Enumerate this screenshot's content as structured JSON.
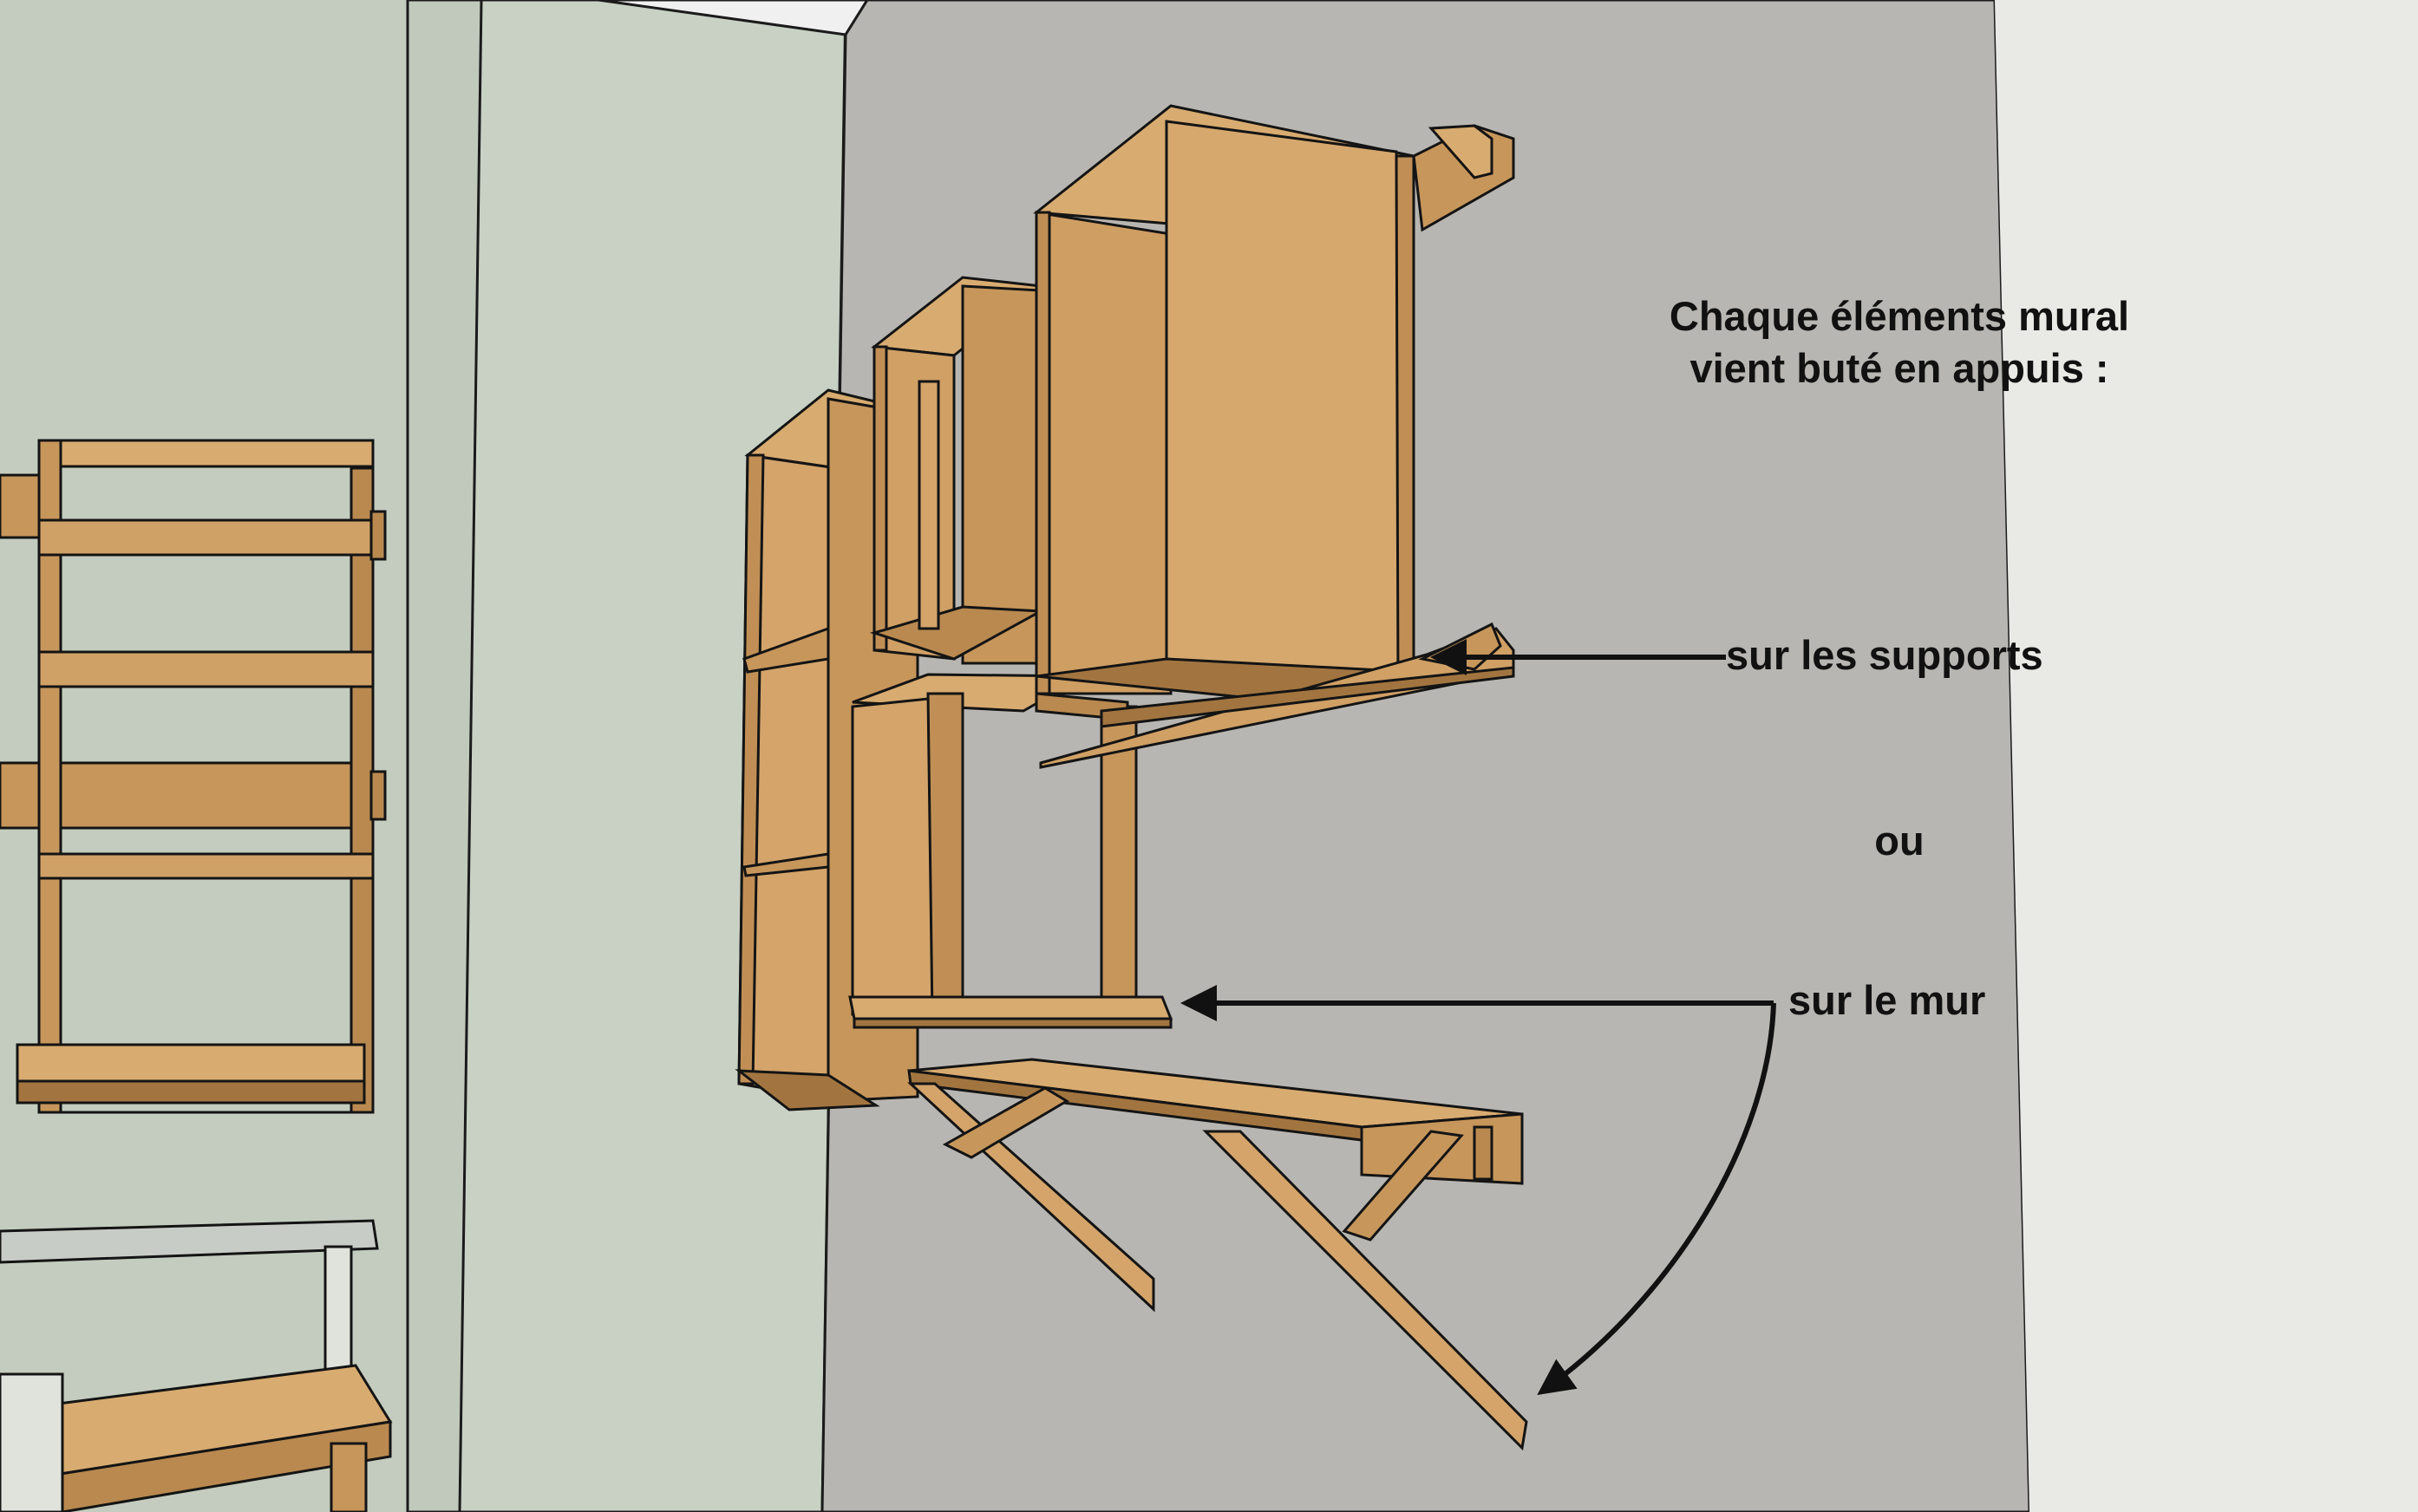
{
  "annotation": {
    "title_line1": "Chaque éléments mural",
    "title_line2": "vient buté en appuis :",
    "option_supports": "sur les supports",
    "separator": "ou",
    "option_mur": "sur le mur"
  },
  "colors": {
    "left_wall": "#c4cdbf",
    "back_wall": "#b7b6b2",
    "right_wall": "#e9e9e6",
    "ceiling": "#eeeeee",
    "wood_light": "#d8ab70",
    "wood_mid": "#c7965b",
    "wood_dark": "#a27540",
    "outline": "#141414",
    "text": "#111111"
  }
}
